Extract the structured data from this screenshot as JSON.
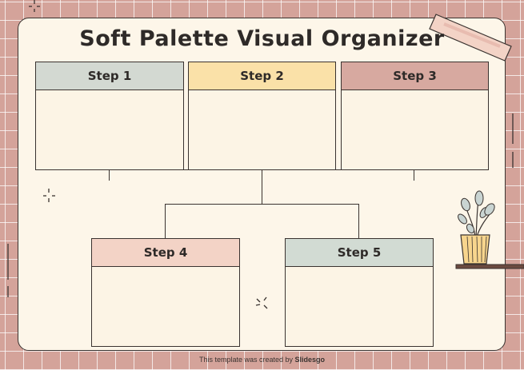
{
  "title": "Soft Palette Visual Organizer",
  "steps": [
    {
      "label": "Step 1",
      "color": "#d3d9d2"
    },
    {
      "label": "Step 2",
      "color": "#fae1a8"
    },
    {
      "label": "Step 3",
      "color": "#d7a9a0"
    },
    {
      "label": "Step 4",
      "color": "#f3d3c6"
    },
    {
      "label": "Step 5",
      "color": "#d2dbd3"
    }
  ],
  "footer": {
    "prefix": "This template was created by ",
    "brand": "Slidesgo"
  },
  "decorations": [
    "washi-tape",
    "plant-pot-icon",
    "sparkle-icon",
    "shelf"
  ]
}
